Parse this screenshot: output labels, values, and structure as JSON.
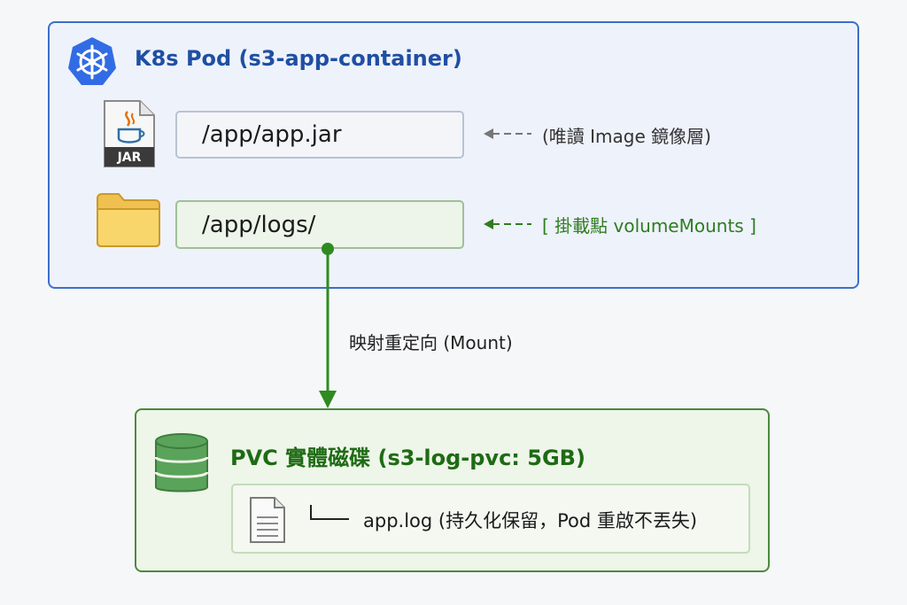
{
  "pod": {
    "title": "K8s Pod (s3-app-container)",
    "jar_label": "JAR",
    "jar_path": "/app/app.jar",
    "jar_note": "(唯讀 Image 鏡像層)",
    "logs_path": "/app/logs/",
    "logs_note": "[ 掛載點 volumeMounts ]"
  },
  "mount": {
    "label": "映射重定向 (Mount)"
  },
  "pvc": {
    "title": "PVC 實體磁碟 (s3-log-pvc: 5GB)",
    "file_text": "app.log (持久化保留，Pod 重啟不丟失)"
  },
  "colors": {
    "pod_border": "#3b6fc9",
    "pvc_border": "#4a8a3c",
    "mount_line": "#2e8b1f"
  }
}
